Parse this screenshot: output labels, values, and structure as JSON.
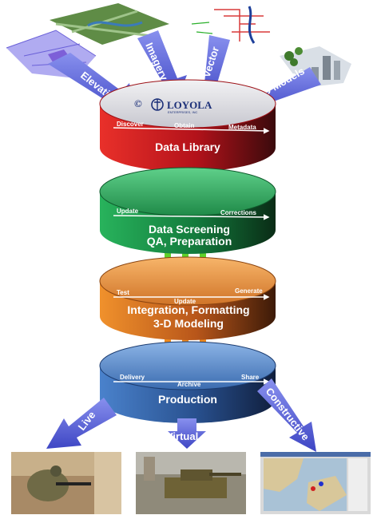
{
  "logo": {
    "name": "LOYOLA",
    "subtitle": "ENTERPRISES, INC",
    "copyright": "©"
  },
  "inputs": [
    {
      "label": "Elevation"
    },
    {
      "label": "Imagery"
    },
    {
      "label": "Vector"
    },
    {
      "label": "3D Models"
    }
  ],
  "stages": [
    {
      "title_lines": [
        "Data Library"
      ],
      "steps": [
        "Discover",
        "Obtain",
        "Metadata"
      ],
      "color": "#c4141a"
    },
    {
      "title_lines": [
        "Data Screening",
        "QA, Preparation"
      ],
      "steps": [
        "Update",
        "Corrections"
      ],
      "color": "#1f8a48"
    },
    {
      "title_lines": [
        "Integration, Formatting",
        "3-D Modeling"
      ],
      "steps": [
        "Test",
        "Update",
        "Generate"
      ],
      "color": "#c8641c"
    },
    {
      "title_lines": [
        "Production"
      ],
      "steps": [
        "Delivery",
        "Archive",
        "Share"
      ],
      "color": "#2a5a9c"
    }
  ],
  "outputs": [
    {
      "label": "Live"
    },
    {
      "label": "Virtual"
    },
    {
      "label": "Constructive"
    }
  ],
  "colors": {
    "input_arrow": "#5d66d8",
    "connector_red": "#d8261e",
    "connector_green": "#5fd12a",
    "connector_orange": "#f08a1c"
  }
}
